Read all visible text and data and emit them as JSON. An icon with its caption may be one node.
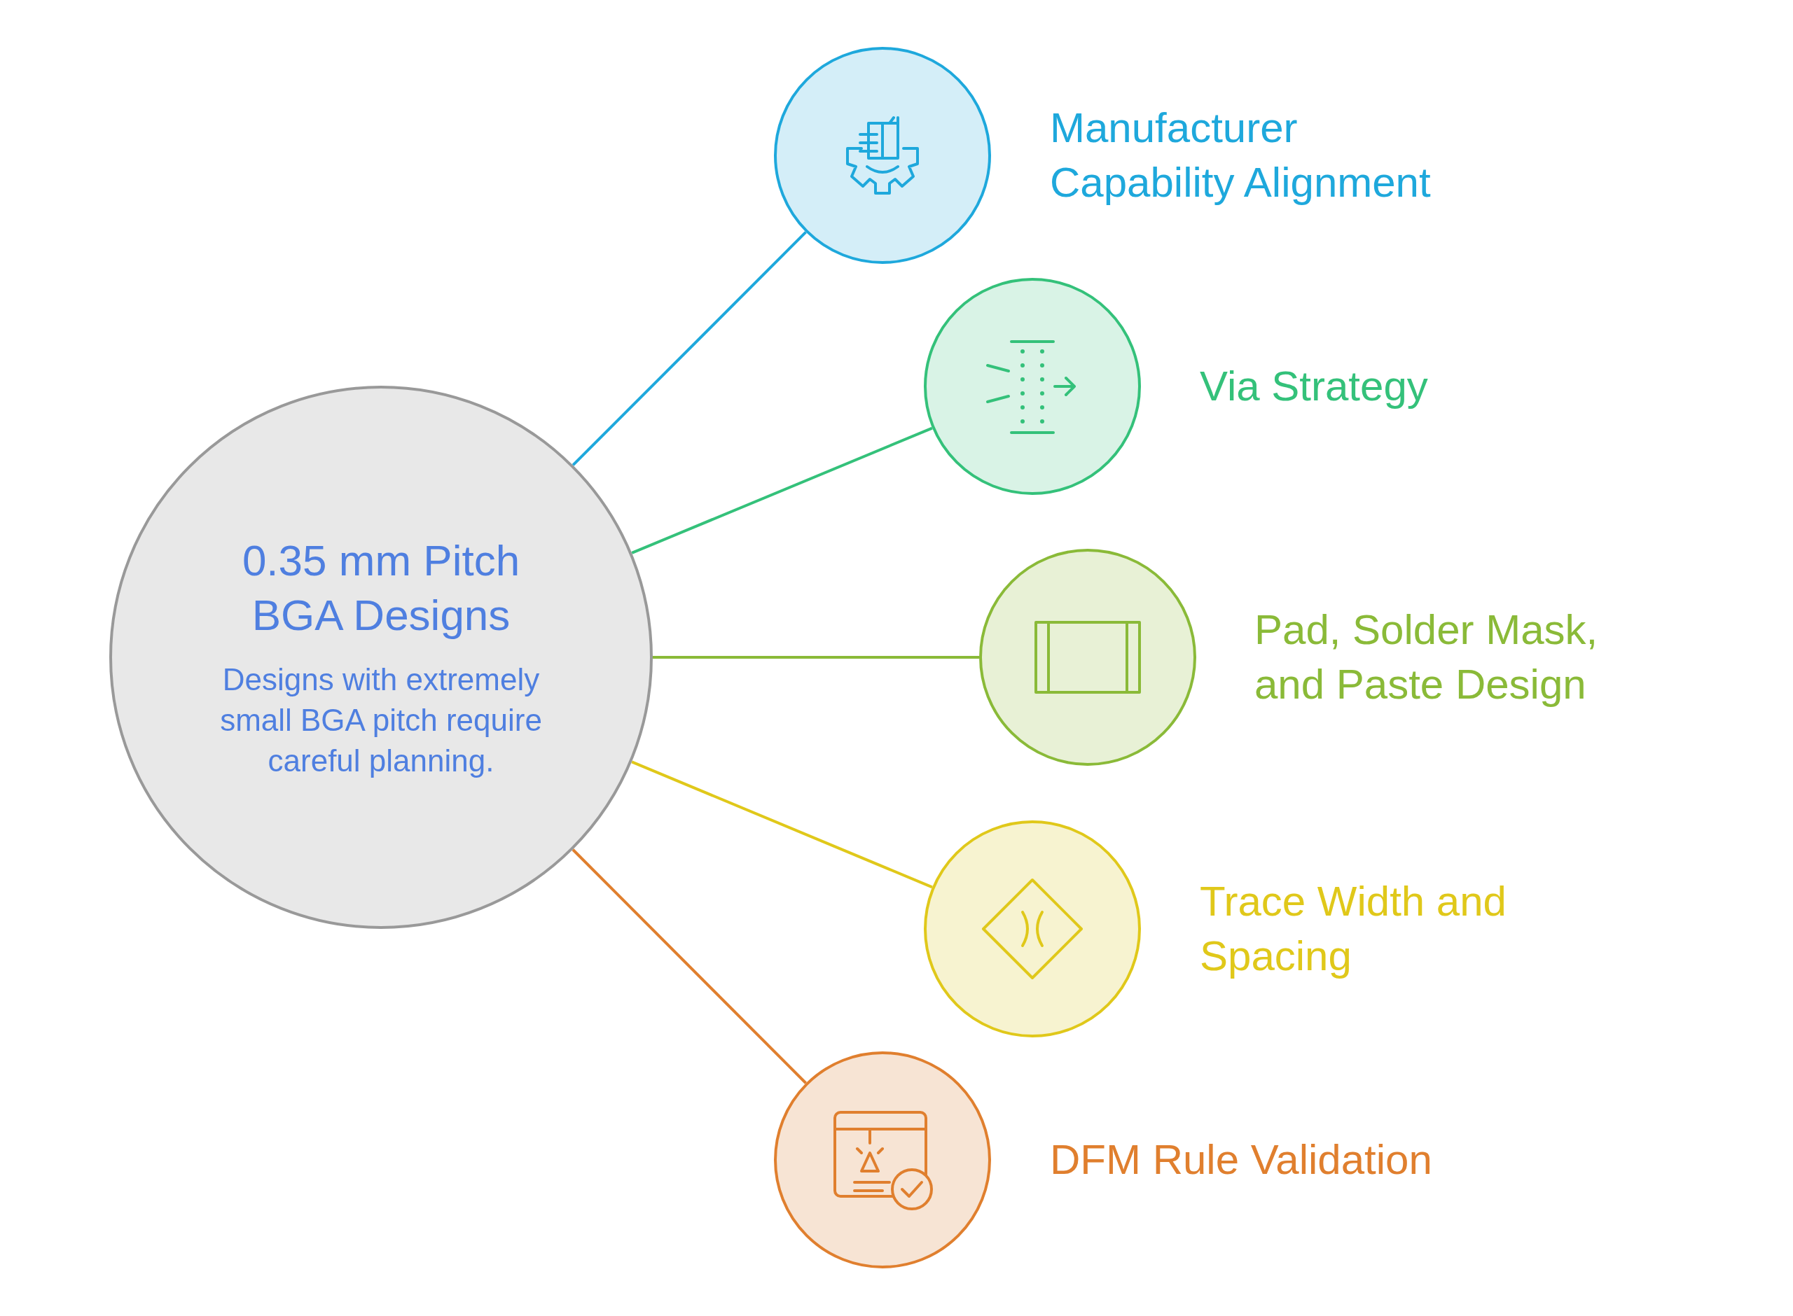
{
  "diagram": {
    "nodes": [
      {
        "text": [
          "0.35 mm Pitch BGA Designs",
          "Designs with extremely small BGA pitch require careful planning."
        ]
      },
      {
        "text": [],
        "shape": "circle",
        "beside": [
          "Manufacturer Capability Alignment"
        ]
      },
      {
        "text": [],
        "shape": "circle",
        "beside": [
          "Via Strategy"
        ]
      },
      {
        "text": [],
        "shape": "circle",
        "beside": [
          "Pad, Solder Mask, and Paste Design"
        ]
      },
      {
        "text": [],
        "shape": "circle",
        "beside": [
          "Trace Width and Spacing"
        ]
      },
      {
        "text": [],
        "shape": "circle",
        "beside": [
          "DFM Rule Validation"
        ]
      }
    ],
    "edges": [
      {
        "from": 0,
        "to": 1,
        "arrow": "none",
        "color": "#1ea8dc"
      },
      {
        "from": 0,
        "to": 2,
        "arrow": "none",
        "color": "#34c17a"
      },
      {
        "from": 0,
        "to": 3,
        "arrow": "none",
        "color": "#8aba38"
      },
      {
        "from": 0,
        "to": 4,
        "arrow": "none",
        "color": "#e0c81a"
      },
      {
        "from": 0,
        "to": 5,
        "arrow": "none",
        "color": "#e07f2e"
      }
    ]
  }
}
